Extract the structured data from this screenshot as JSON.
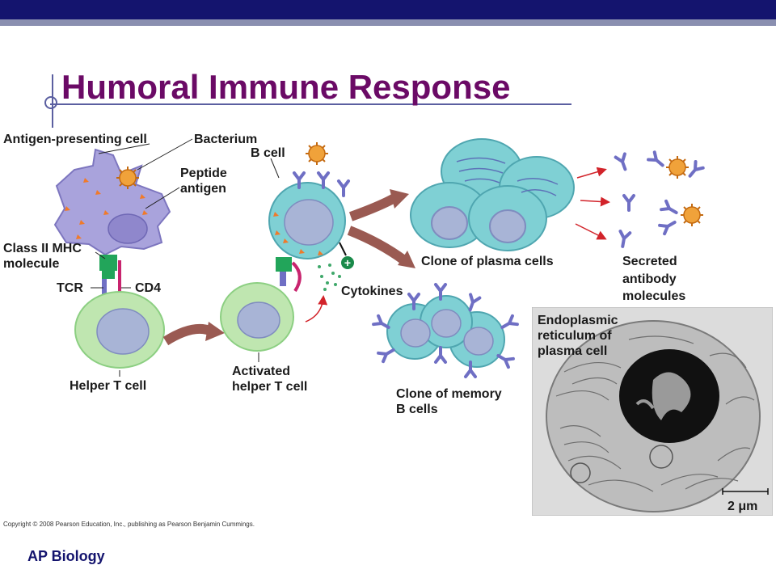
{
  "title": "Humoral Immune Response",
  "labels": {
    "apc": "Antigen-presenting cell",
    "bacterium": "Bacterium",
    "peptide_line1": "Peptide",
    "peptide_line2": "antigen",
    "mhc_line1": "Class II MHC",
    "mhc_line2": "molecule",
    "tcr": "TCR",
    "cd4": "CD4",
    "helper_t": "Helper T cell",
    "b_cell": "B cell",
    "activated_line1": "Activated",
    "activated_line2": "helper T cell",
    "cytokines": "Cytokines",
    "plasma_clone": "Clone of plasma cells",
    "memory_line1": "Clone of memory",
    "memory_line2": "B cells",
    "secreted_line1": "Secreted",
    "secreted_line2": "antibody",
    "secreted_line3": "molecules",
    "er_line1": "Endoplasmic",
    "er_line2": "reticulum of",
    "er_line3": "plasma cell",
    "scale": "2 μm",
    "plus": "+"
  },
  "copyright": "Copyright © 2008 Pearson Education, Inc., publishing as Pearson Benjamin Cummings.",
  "footer": "AP Biology",
  "colors": {
    "top_bar": "#14146e",
    "title": "#6b0a66",
    "apc": "#a9a3dc",
    "helper_t": "#bfe6b0",
    "b_cell": "#7fd0d4",
    "antibody": "#6f6fc4",
    "bacterium": "#f0a23a",
    "arrow": "#9a5a52",
    "mhc": "#22a55a",
    "cd4": "#c8246e"
  }
}
